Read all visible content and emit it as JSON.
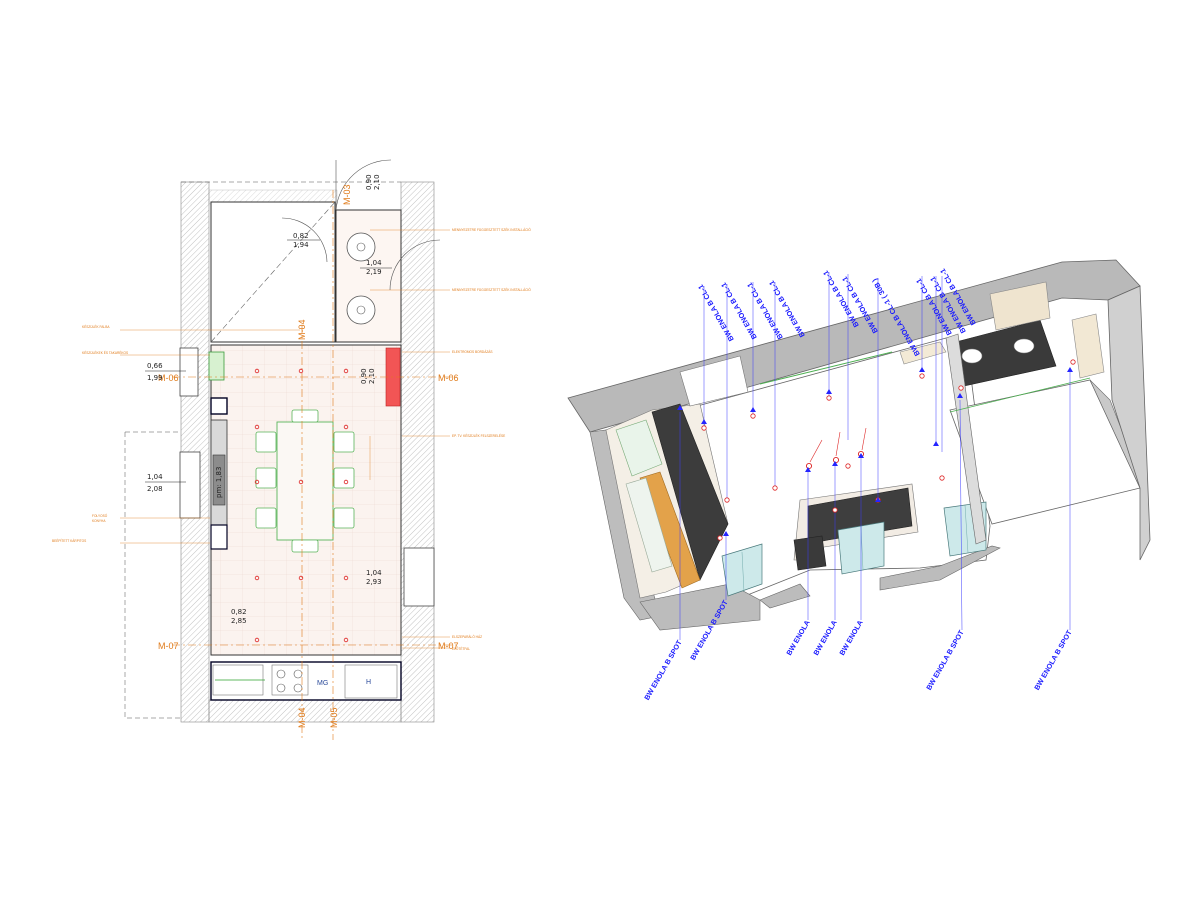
{
  "plan": {
    "axes": {
      "m03": "M-03",
      "m04_top": "M-04",
      "m04_bottom": "M-04",
      "m05": "M-05",
      "m06_left": "M-06",
      "m06_right": "M-06",
      "m07_left": "M-07",
      "m07_right": "M-07"
    },
    "dims": {
      "door_top_a": "0,90",
      "door_top_b": "2,10",
      "d1_a": "0,82",
      "d1_b": "1,94",
      "d2_a": "1,04",
      "d2_b": "2,19",
      "d3_a": "0,66",
      "d3_b": "1,99",
      "d4_a": "0,90",
      "d4_b": "2,10",
      "d5_a": "1,04",
      "d5_b": "2,08",
      "d6_a": "1,04",
      "d6_b": "2,93",
      "d7_a": "0,82",
      "d7_b": "2,85"
    },
    "labels": {
      "mg": "MG",
      "h": "H",
      "pm": "pm: 1,83"
    },
    "notes": {
      "n1": "MENNYEZETRE FÜGGESZTETT SZÉK INSTALLÁCIÓ",
      "n2": "MENNYEZETRE FÜGGESZTETT SZÉK INSTALLÁCIÓ",
      "n3": "ELEKTROMOS BORDÁZÁS",
      "n4": "EP. TV. KÉSZÜLÉK FELSZERELÉSE",
      "n5": "ELŐTÉTFAL",
      "n6": "KÉSZÜLÉK FALBA",
      "n7": "ELSZEPARÁLÓ HÁZ",
      "n8": "FOLYOSÓ",
      "n9": "KONYHA",
      "n10": "KÉSZÜLÉKEK ÉS TAKARÉKOS",
      "n11": "BEÉPÍTETT KÁRPITOS",
      "n12": "KIEGÉSZÍTŐ ELEM",
      "n13": "MELLÉKÉPÜLET ELEM"
    }
  },
  "iso": {
    "top_labels": [
      "BW ENOLA B CL-1",
      "BW ENOLA B CL-1",
      "BW ENOLA B CL-1",
      "BW ENOLA B CL-1",
      "BW ENOLA B CL-1",
      "BW ENOLA B CL-1 ( 30B )",
      "BW ENOLA B CL-1",
      "BW ENOLA B CL-1",
      "BW ENOLA B CL-1",
      "BW ENOLA B CL-1"
    ],
    "bottom_labels": [
      "BW ENOLA B SPOT",
      "BW ENOLA B SPOT",
      "BW ENOLA",
      "BW ENOLA",
      "BW ENOLA",
      "BW ENOLA B SPOT",
      "BW ENOLA B SPOT"
    ]
  },
  "colors": {
    "orange": "#e07b1a",
    "blue_label": "#1a1aff",
    "red_panel": "#f25555",
    "green_furniture": "#5ab45a"
  }
}
